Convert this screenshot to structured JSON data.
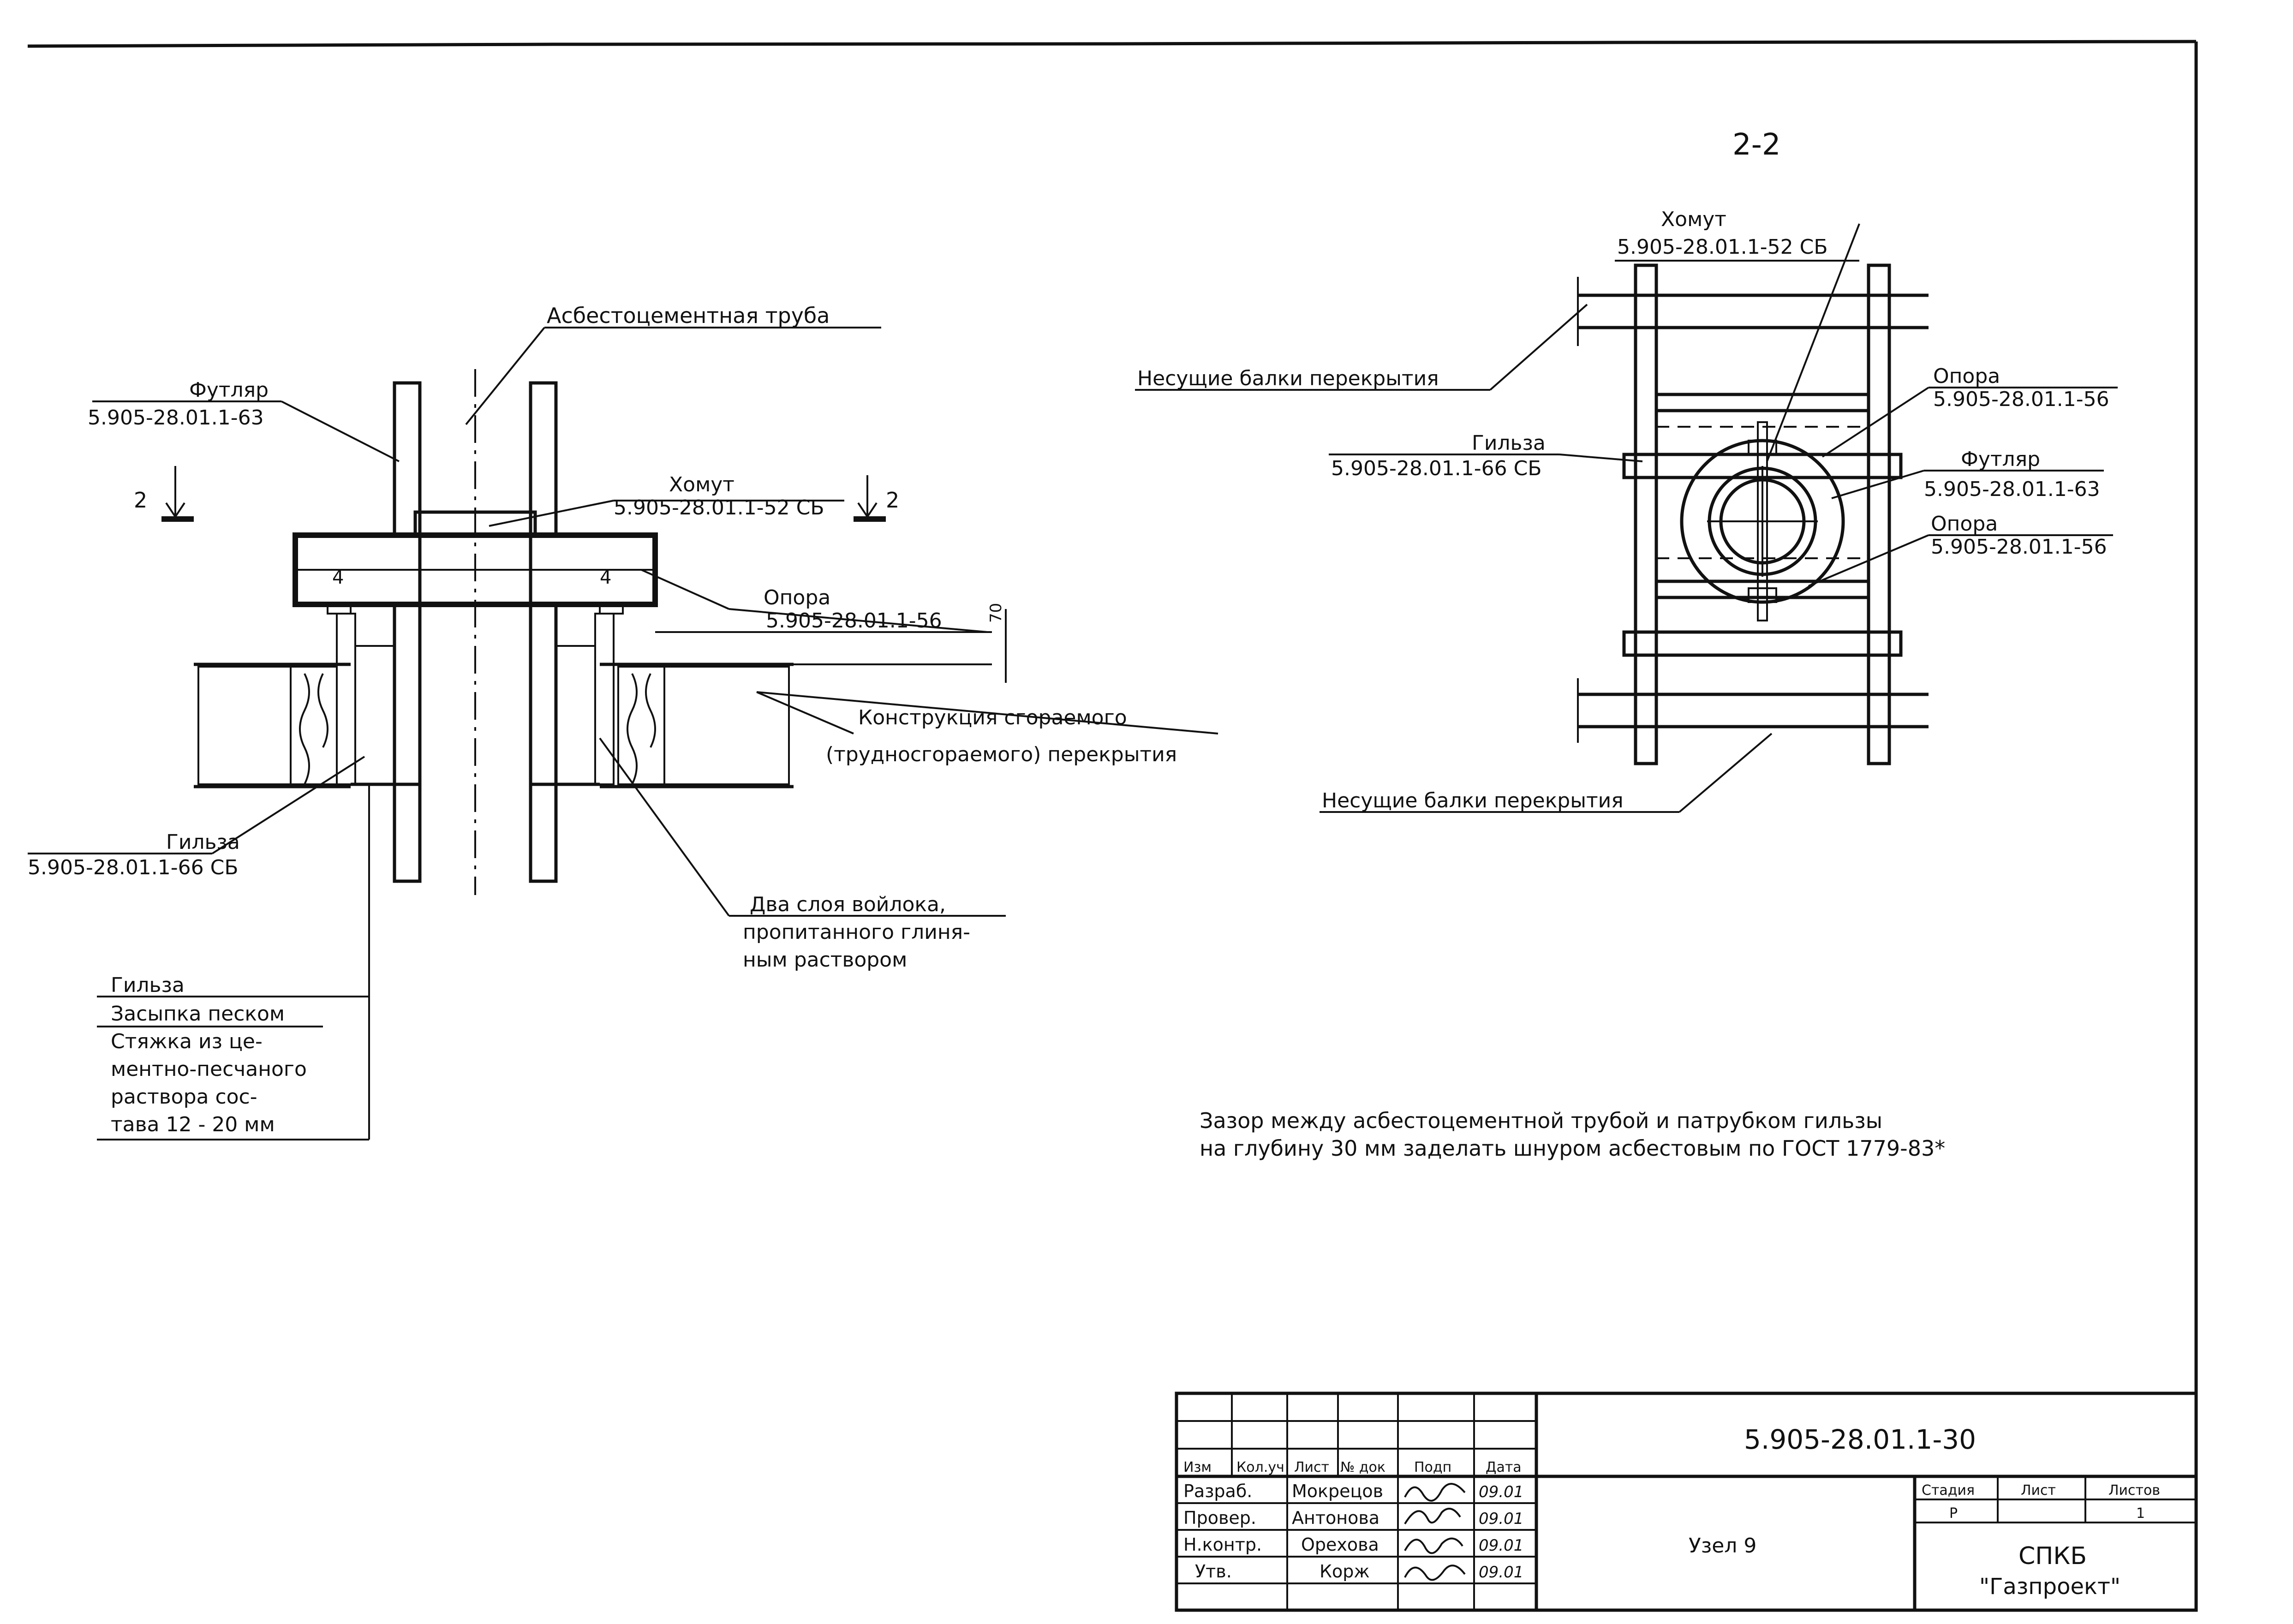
{
  "section_label": "2-2",
  "left_view": {
    "label_asbestos_pipe": "Асбестоцементная труба",
    "label_case_title": "Футляр",
    "label_case_code": "5.905-28.01.1-63",
    "label_clamp_title": "Хомут",
    "label_clamp_code": "5.905-28.01.1-52 СБ",
    "label_support_title": "Опора",
    "label_support_code": "5.905-28.01.1-56",
    "label_sleeve_title": "Гильза",
    "label_sleeve_code": "5.905-28.01.1-66 СБ",
    "label_construction_line1": "Конструкция сгораемого",
    "label_construction_line2": "(трудносгораемого) перекрытия",
    "label_felt_line1": "Два слоя войлока,",
    "label_felt_line2": "пропитанного глиня-",
    "label_felt_line3": "ным раствором",
    "section_mark_number": "2",
    "beam_mark": "4",
    "dimension_70": "70",
    "legend_items": [
      "Гильза",
      "Засыпка песком",
      "Стяжка из це-",
      "ментно-песчаного",
      "раствора сос-",
      "тава 12 - 20 мм"
    ]
  },
  "right_view": {
    "label_clamp_title": "Хомут",
    "label_clamp_code": "5.905-28.01.1-52 СБ",
    "label_beams_top": "Несущие балки перекрытия",
    "label_beams_bottom": "Несущие балки перекрытия",
    "label_support_top_title": "Опора",
    "label_support_top_code": "5.905-28.01.1-56",
    "label_sleeve_title": "Гильза",
    "label_sleeve_code": "5.905-28.01.1-66 СБ",
    "label_case_title": "Футляр",
    "label_case_code": "5.905-28.01.1-63",
    "label_support_bottom_title": "Опора",
    "label_support_bottom_code": "5.905-28.01.1-56"
  },
  "note": {
    "line1": "Зазор между асбестоцементной трубой и патрубком гильзы",
    "line2": "на глубину 30 мм заделать шнуром асбестовым по ГОСТ 1779-83*"
  },
  "title_block": {
    "document_code": "5.905-28.01.1-30",
    "sheet_name": "Узел 9",
    "organization_line1": "СПКБ",
    "organization_line2": "\"Газпроект\"",
    "headers": {
      "izm": "Изм",
      "kol_uch": "Кол.уч",
      "list": "Лист",
      "n_dok": "№ док",
      "podp": "Подп",
      "data": "Дата"
    },
    "signers": [
      {
        "role": "Разраб.",
        "name": "Мокрецов",
        "date": "09.01"
      },
      {
        "role": "Провер.",
        "name": "Антонова",
        "date": "09.01"
      },
      {
        "role": "Н.контр.",
        "name": "Орехова",
        "date": "09.01"
      },
      {
        "role": "Утв.",
        "name": "Корж",
        "date": "09.01"
      }
    ],
    "stage_header": "Стадия",
    "sheet_header": "Лист",
    "sheets_header": "Листов",
    "stage_value": "Р",
    "sheets_value": "1"
  }
}
